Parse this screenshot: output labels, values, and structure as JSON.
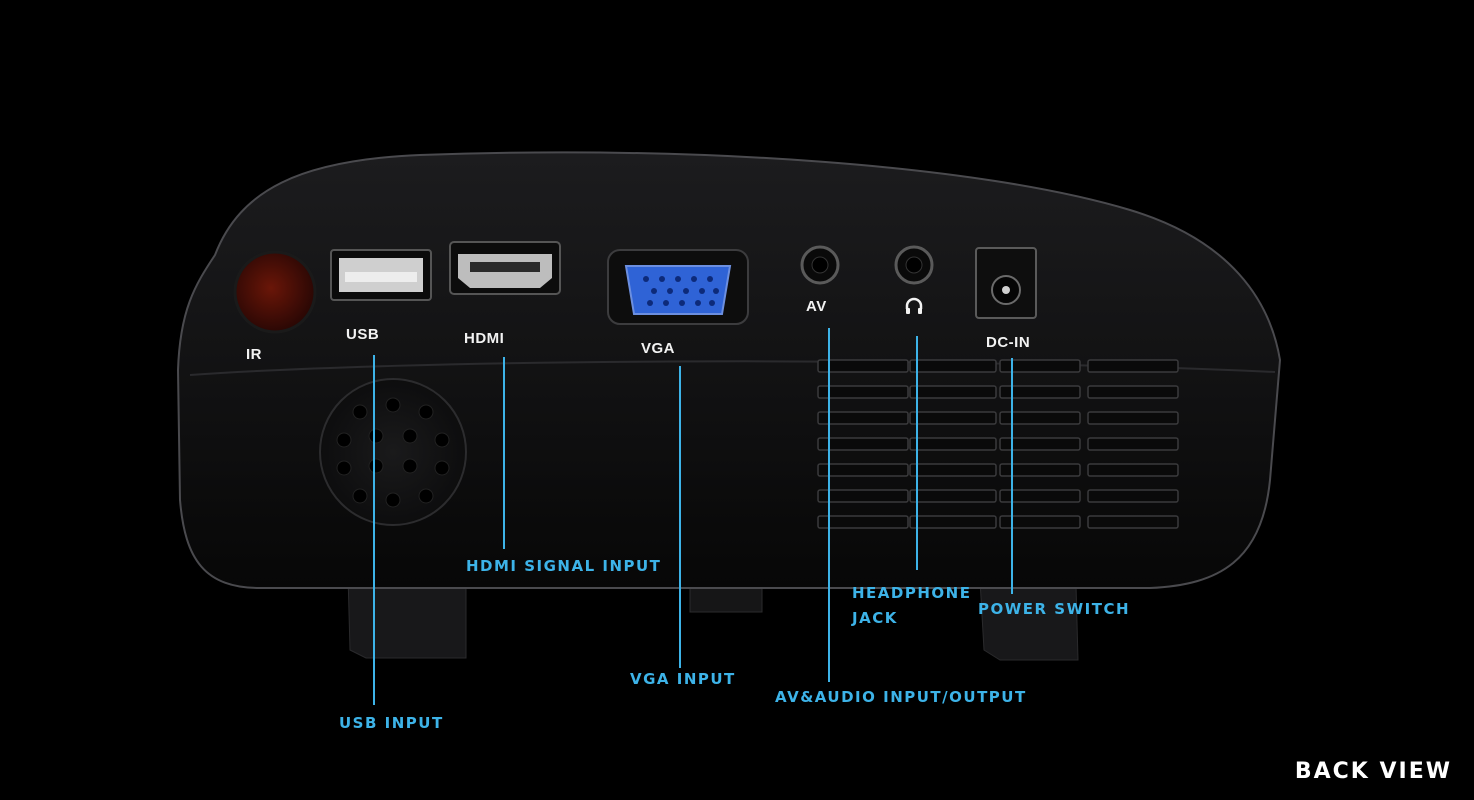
{
  "ports": {
    "ir": "IR",
    "usb": "USB",
    "hdmi": "HDMI",
    "vga": "VGA",
    "av": "AV",
    "dc_in": "DC-IN"
  },
  "callouts": {
    "usb_input": "USB INPUT",
    "hdmi_signal_input": "HDMI SIGNAL INPUT",
    "vga_input": "VGA INPUT",
    "av_audio": "AV&AUDIO INPUT/OUTPUT",
    "headphone_line1": "HEADPHONE",
    "headphone_line2": "JACK",
    "power_switch": "POWER SWITCH"
  },
  "view_label": "BACK VIEW",
  "colors": {
    "background": "#000000",
    "callout_text": "#3db3e8",
    "label_text": "#f2f2f2",
    "vga_port": "#2f63d6",
    "ir_window": "#3a0a06"
  },
  "icons": {
    "headphone": "headphone-icon"
  }
}
